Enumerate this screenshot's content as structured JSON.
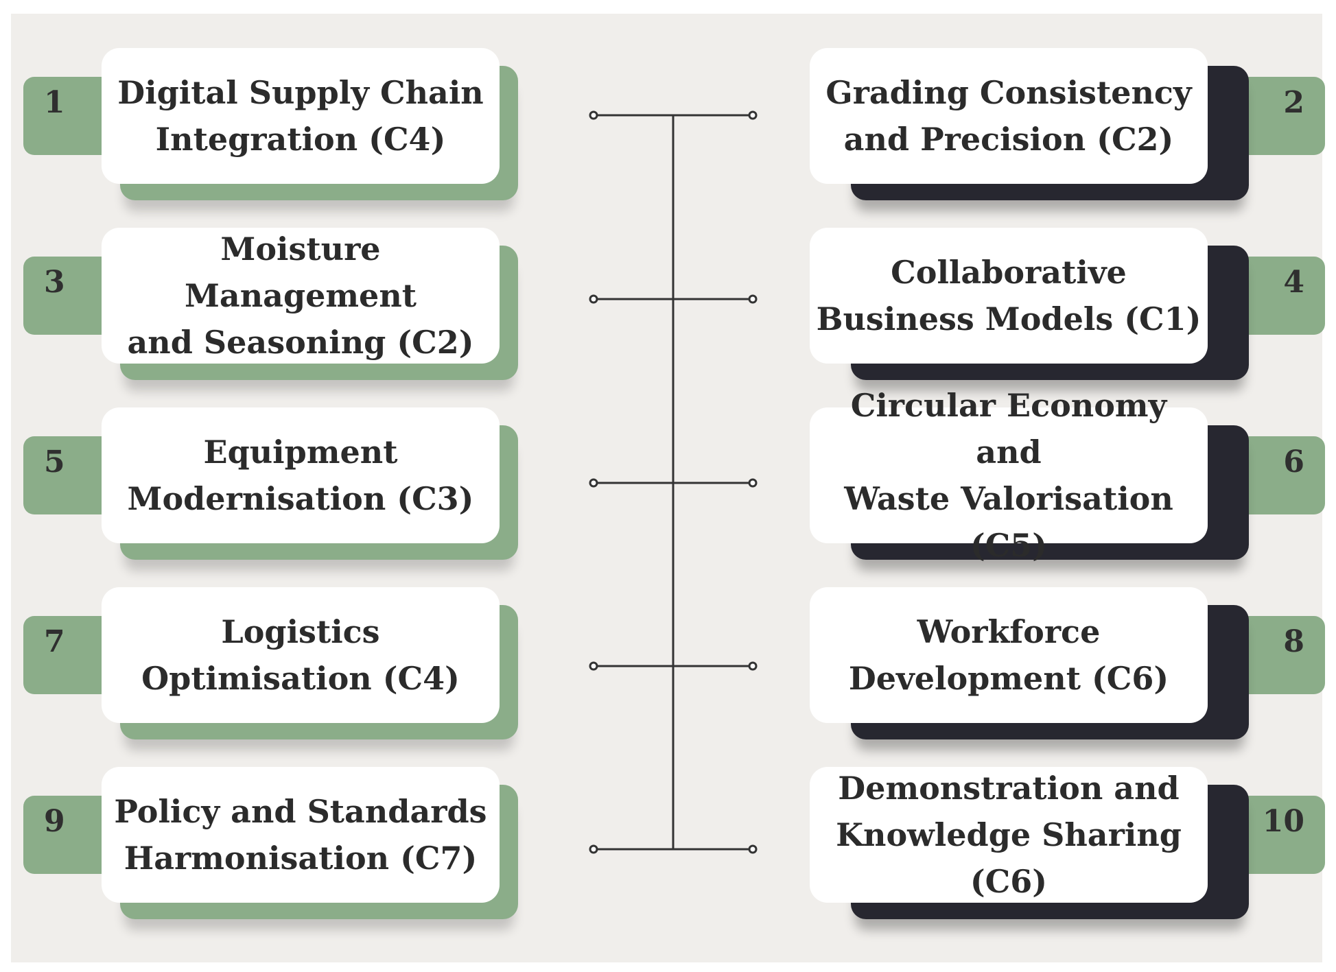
{
  "colors": {
    "background": "#f0eeeb",
    "green_accent": "#8bad89",
    "dark_accent": "#272730",
    "card": "#ffffff",
    "text": "#2b2b2b",
    "connector": "#333333"
  },
  "items": [
    {
      "number": "1",
      "label": "Digital Supply Chain\nIntegration (C4)"
    },
    {
      "number": "2",
      "label": "Grading Consistency\nand Precision (C2)"
    },
    {
      "number": "3",
      "label": "Moisture Management\nand Seasoning (C2)"
    },
    {
      "number": "4",
      "label": "Collaborative\nBusiness Models (C1)"
    },
    {
      "number": "5",
      "label": "Equipment\nModernisation (C3)"
    },
    {
      "number": "6",
      "label": "Circular Economy and\nWaste Valorisation\n(C5)"
    },
    {
      "number": "7",
      "label": "Logistics\nOptimisation (C4)"
    },
    {
      "number": "8",
      "label": "Workforce\nDevelopment (C6)"
    },
    {
      "number": "9",
      "label": "Policy and Standards\nHarmonisation (C7)"
    },
    {
      "number": "10",
      "label": "Demonstration and\nKnowledge Sharing\n(C6)"
    }
  ]
}
